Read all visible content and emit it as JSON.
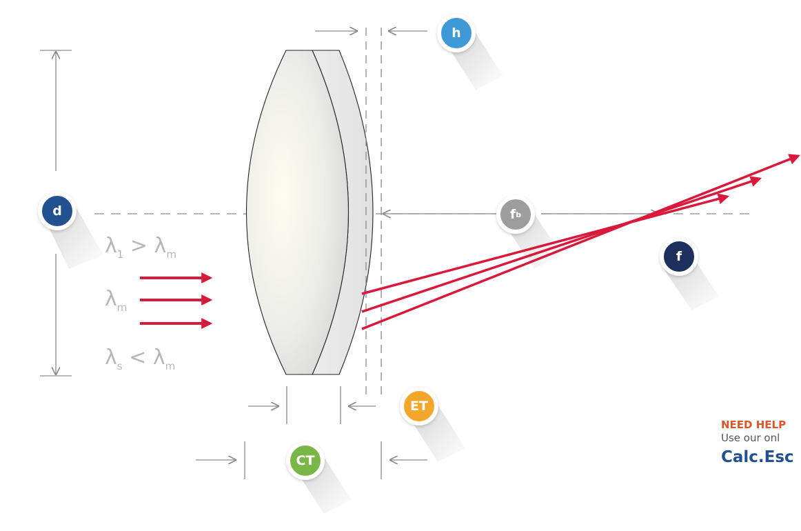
{
  "colors": {
    "ray": "#d9183b",
    "dimension_line": "#8a8a8a",
    "lambda_text": "#b7b7b7",
    "badge_d": "#21528f",
    "badge_h": "#3d9ad6",
    "badge_fb": "#9d9d9d",
    "badge_f": "#1d2f5c",
    "badge_et": "#f2a62c",
    "badge_ct": "#7ab648",
    "help_title": "#d9552b",
    "help_link": "#21528f"
  },
  "badges": {
    "d": "d",
    "h": "h",
    "fb_main": "f",
    "fb_sub": "b",
    "f": "f",
    "et": "ET",
    "ct": "CT"
  },
  "wavelengths": {
    "line1": {
      "sym": "λ",
      "sub": "1",
      "op": ">",
      "sym2": "λ",
      "sub2": "m"
    },
    "line2": {
      "sym": "λ",
      "sub": "m"
    },
    "line3": {
      "sym": "λ",
      "sub": "s",
      "op": "<",
      "sym2": "λ",
      "sub2": "m"
    }
  },
  "help": {
    "title": "NEED HELP",
    "text": "Use our onl",
    "link": "Calc.Esc"
  }
}
